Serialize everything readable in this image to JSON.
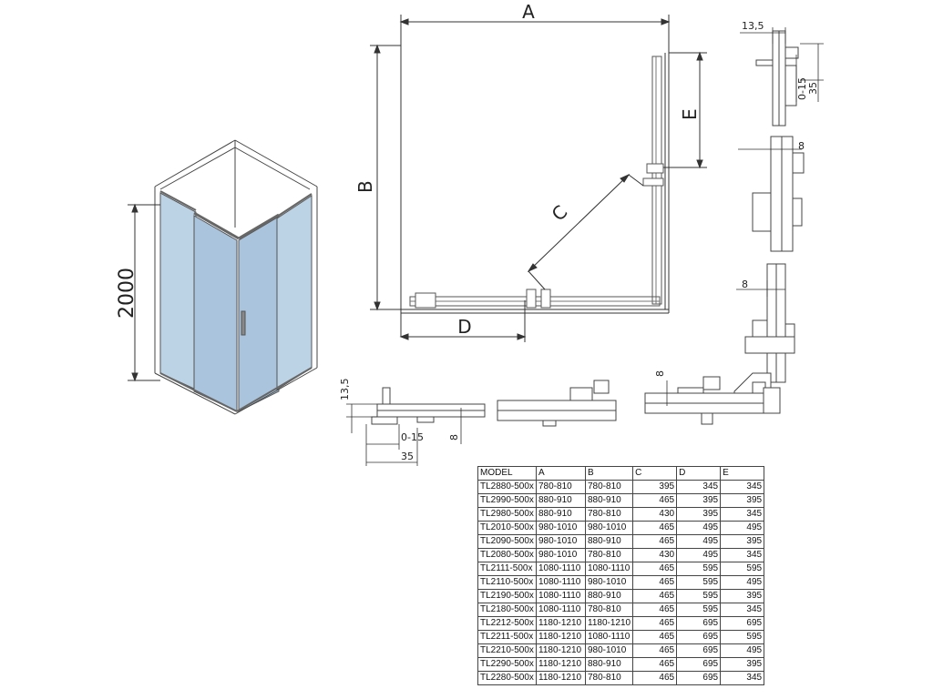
{
  "labels": {
    "dim_a": "A",
    "dim_b": "B",
    "dim_c": "C",
    "dim_d": "D",
    "dim_e": "E",
    "height": "2000",
    "profile_top_width": "13,5",
    "profile_top_adjust": "0-15",
    "profile_top_depth": "35",
    "profile_side_8": "8",
    "profile_corner_8": "8",
    "profile_left_height": "13,5",
    "profile_left_adjust": "0-15",
    "profile_left_depth": "35",
    "profile_left_8": "8",
    "profile_bottom_8": "8"
  },
  "table": {
    "headers": [
      "MODEL",
      "A",
      "B",
      "C",
      "D",
      "E"
    ],
    "rows": [
      [
        "TL2880-500x",
        "780-810",
        "780-810",
        "395",
        "345",
        "345"
      ],
      [
        "TL2990-500x",
        "880-910",
        "880-910",
        "465",
        "395",
        "395"
      ],
      [
        "TL2980-500x",
        "880-910",
        "780-810",
        "430",
        "395",
        "345"
      ],
      [
        "TL2010-500x",
        "980-1010",
        "980-1010",
        "465",
        "495",
        "495"
      ],
      [
        "TL2090-500x",
        "980-1010",
        "880-910",
        "465",
        "495",
        "395"
      ],
      [
        "TL2080-500x",
        "980-1010",
        "780-810",
        "430",
        "495",
        "345"
      ],
      [
        "TL2111-500x",
        "1080-1110",
        "1080-1110",
        "465",
        "595",
        "595"
      ],
      [
        "TL2110-500x",
        "1080-1110",
        "980-1010",
        "465",
        "595",
        "495"
      ],
      [
        "TL2190-500x",
        "1080-1110",
        "880-910",
        "465",
        "595",
        "395"
      ],
      [
        "TL2180-500x",
        "1080-1110",
        "780-810",
        "465",
        "595",
        "345"
      ],
      [
        "TL2212-500x",
        "1180-1210",
        "1180-1210",
        "465",
        "695",
        "695"
      ],
      [
        "TL2211-500x",
        "1180-1210",
        "1080-1110",
        "465",
        "695",
        "595"
      ],
      [
        "TL2210-500x",
        "1180-1210",
        "980-1010",
        "465",
        "695",
        "495"
      ],
      [
        "TL2290-500x",
        "1180-1210",
        "880-910",
        "465",
        "695",
        "395"
      ],
      [
        "TL2280-500x",
        "1180-1210",
        "780-810",
        "465",
        "695",
        "345"
      ]
    ]
  },
  "colors": {
    "glass": "#bcd3e6",
    "glass_dark": "#a9c4dc",
    "line": "#333333"
  }
}
